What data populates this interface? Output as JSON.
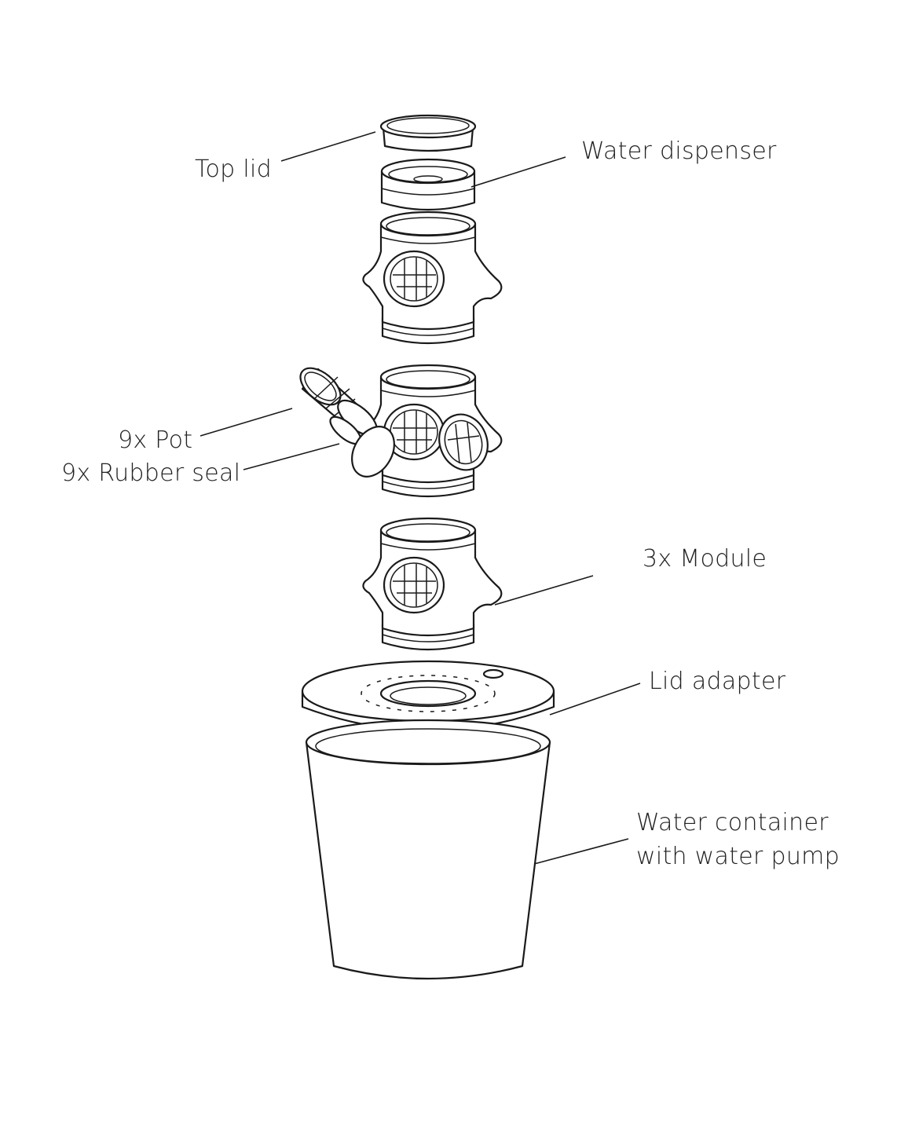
{
  "labels": {
    "top_lid": "Top lid",
    "water_dispenser": "Water dispenser",
    "pot": "9x Pot",
    "rubber_seal": "9x Rubber seal",
    "module": "3x Module",
    "lid_adapter": "Lid adapter",
    "water_container_line1": "Water container",
    "water_container_line2": "with water pump"
  }
}
